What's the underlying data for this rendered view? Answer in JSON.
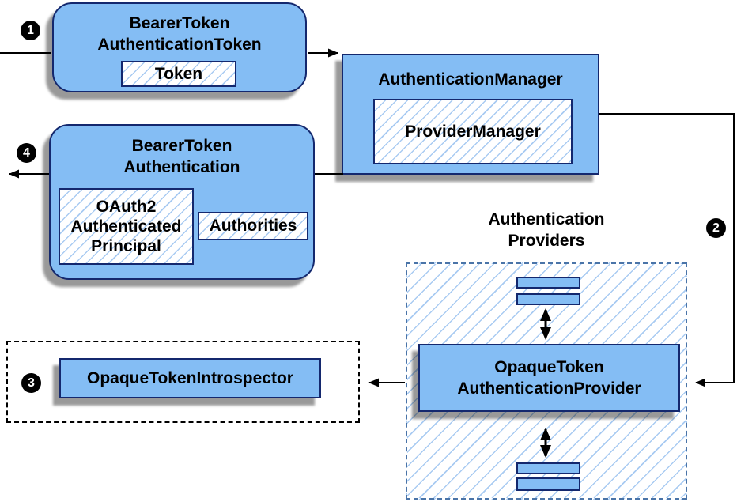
{
  "steps": {
    "s1": "1",
    "s2": "2",
    "s3": "3",
    "s4": "4"
  },
  "boxes": {
    "bearer_token_auth_token": {
      "title1": "BearerToken",
      "title2": "AuthenticationToken",
      "token": "Token"
    },
    "auth_manager": {
      "title": "AuthenticationManager",
      "inner": "ProviderManager"
    },
    "bearer_token_auth": {
      "title1": "BearerToken",
      "title2": "Authentication",
      "principal1": "OAuth2",
      "principal2": "Authenticated",
      "principal3": "Principal",
      "authorities": "Authorities"
    },
    "providers": {
      "title1": "Authentication",
      "title2": "Providers",
      "provider1": "OpaqueToken",
      "provider2": "AuthenticationProvider"
    },
    "introspector": {
      "label": "OpaqueTokenIntrospector"
    }
  },
  "colors": {
    "box_fill": "#84BDF4",
    "box_border": "#14286E",
    "hatch_line": "#A9CBF2",
    "dashed_container_border": "#4A74A8",
    "dashed_introspector_border": "#000000",
    "arrow": "#000000",
    "shadow": "rgba(0,0,0,0.40)",
    "step_circle_bg": "#000000",
    "step_circle_text": "#FFFFFF"
  }
}
